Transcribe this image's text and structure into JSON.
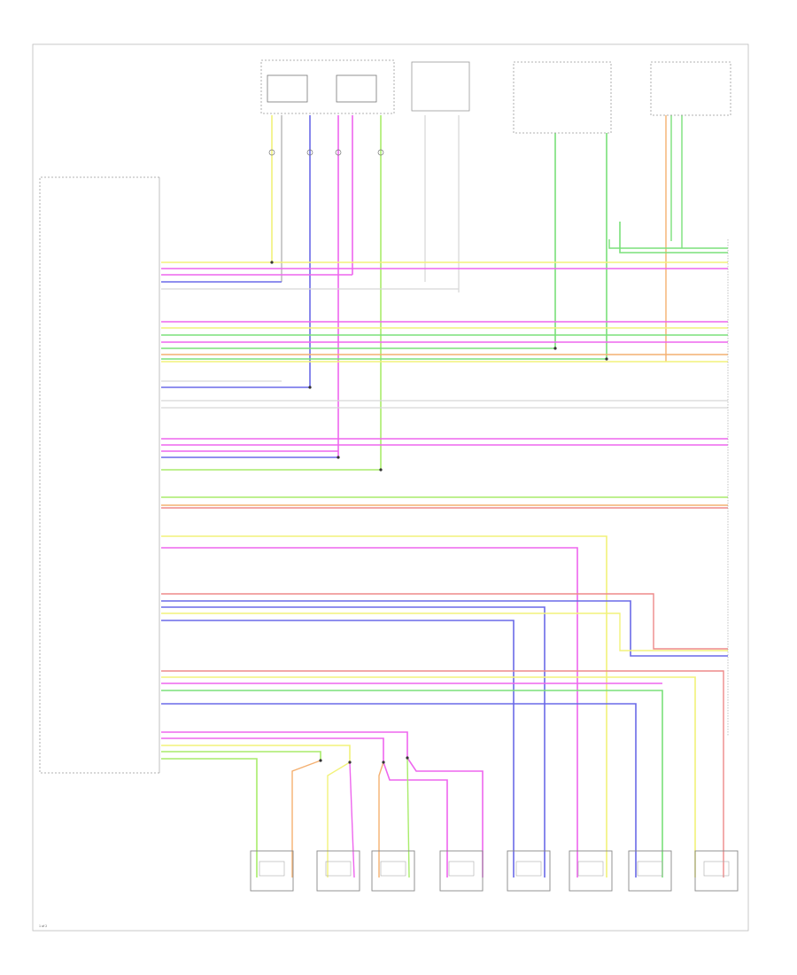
{
  "colors": {
    "YE": "#f2f27a",
    "VT": "#ee66ee",
    "BU": "#6a6ae8",
    "WH": "#d6d6d6",
    "GN": "#7ae07a",
    "LGN": "#a8ec6a",
    "OG": "#f4b070",
    "RD": "#ee8a8a",
    "GY": "#aaaaaa",
    "BK": "#333333"
  },
  "diagram": {
    "page_number": "1 of 2"
  },
  "legend": {
    "notes": [
      "",
      "",
      "",
      "",
      "",
      "",
      "",
      "",
      "",
      "",
      ""
    ]
  },
  "module": {
    "name_lines": [
      "",
      "",
      ""
    ],
    "bottom_code": "",
    "top_code": "",
    "mid_code": ""
  },
  "top_components": [
    {
      "title_lines": [
        "",
        "",
        "",
        ""
      ],
      "tag_lines": [
        "",
        "",
        "",
        ""
      ]
    },
    {
      "title_lines": [
        "",
        "",
        "",
        ""
      ]
    },
    {
      "title_lines": [
        "",
        "",
        "",
        ""
      ]
    },
    {
      "title_lines": [
        "",
        ""
      ]
    }
  ],
  "pins": {
    "group1": [
      "",
      "",
      "",
      "",
      "",
      "",
      ""
    ],
    "group2": [
      "",
      "",
      "",
      "",
      "",
      "",
      "",
      "",
      "",
      "",
      "",
      "",
      "",
      "",
      "",
      ""
    ],
    "group3": [
      "",
      "",
      "",
      "",
      "",
      "",
      "",
      "",
      ""
    ],
    "group4": [
      "",
      "",
      "",
      "",
      "",
      "",
      "",
      "",
      "",
      "",
      "",
      "",
      "",
      "",
      "",
      "",
      "",
      "",
      "",
      "",
      "",
      "",
      "",
      "",
      "",
      "",
      "",
      "",
      "",
      "",
      "",
      "",
      "",
      "",
      "",
      "",
      "",
      "",
      ""
    ]
  },
  "signal_rows": [
    {
      "label": "",
      "color": "YE"
    },
    {
      "label": "",
      "color": "VT"
    },
    {
      "label": "",
      "color": "BU"
    },
    {
      "label": "",
      "color": "WH"
    },
    {
      "label": "",
      "color": "VT"
    },
    {
      "label": "",
      "color": "VT"
    },
    {
      "label": "",
      "color": "GN"
    },
    {
      "label": "",
      "color": "VT"
    },
    {
      "label": "",
      "color": "GN"
    },
    {
      "label": "",
      "color": "GN"
    },
    {
      "label": "",
      "color": "BU"
    },
    {
      "label": "",
      "color": "WH"
    },
    {
      "label": "",
      "color": "WH"
    },
    {
      "label": "",
      "color": "VT"
    },
    {
      "label": "",
      "color": "VT"
    },
    {
      "label": "",
      "color": "BU"
    },
    {
      "label": "",
      "color": "LGN"
    },
    {
      "label": "",
      "color": "OG"
    },
    {
      "label": "",
      "color": "RD"
    },
    {
      "label": "",
      "color": "YE"
    },
    {
      "label": "",
      "color": "YE"
    },
    {
      "label": "",
      "color": "RD"
    },
    {
      "label": "",
      "color": "BU"
    },
    {
      "label": "",
      "color": "BU"
    },
    {
      "label": "",
      "color": "BU"
    },
    {
      "label": "",
      "color": "YE"
    },
    {
      "label": "",
      "color": "YE"
    },
    {
      "label": "",
      "color": "RD"
    },
    {
      "label": "",
      "color": "GN"
    },
    {
      "label": "",
      "color": "VT"
    },
    {
      "label": "",
      "color": "VT"
    },
    {
      "label": "",
      "color": "LGN"
    },
    {
      "label": "",
      "color": "YE"
    }
  ],
  "right_labels": [
    "",
    "",
    "",
    "",
    "",
    "",
    "",
    "",
    "",
    "",
    "",
    "",
    "",
    "",
    "",
    "",
    "",
    "",
    "",
    ""
  ],
  "bottom_components": [
    {
      "title_lines": [
        "",
        "",
        "",
        "",
        ""
      ]
    },
    {
      "title_lines": [
        "",
        "",
        "",
        "",
        ""
      ]
    },
    {
      "title_lines": [
        "",
        "",
        "",
        "",
        ""
      ]
    },
    {
      "title_lines": [
        "",
        "",
        "",
        "",
        ""
      ]
    },
    {
      "title_lines": [
        "",
        "",
        "",
        "",
        ""
      ]
    },
    {
      "title_lines": [
        "",
        "",
        "",
        "",
        ""
      ]
    },
    {
      "title_lines": [
        "",
        "",
        "",
        "",
        ""
      ]
    },
    {
      "title_lines": [
        "",
        "",
        "",
        "",
        ""
      ]
    }
  ],
  "side_labels": {
    "gnd_label": ""
  }
}
